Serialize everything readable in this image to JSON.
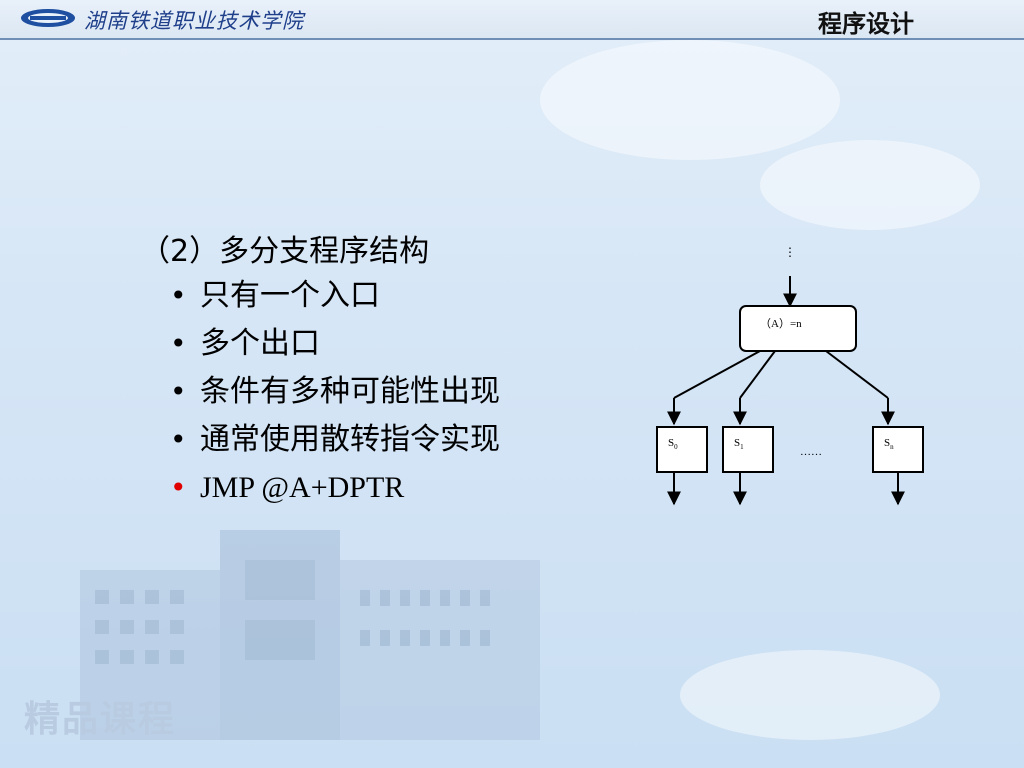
{
  "header": {
    "school_name": "湖南铁道职业技术学院",
    "course_title": "程序设计"
  },
  "background": {
    "badge": "精品课程"
  },
  "content": {
    "heading": "（2）多分支程序结构",
    "bullets": [
      {
        "text": "只有一个入口",
        "highlight": false
      },
      {
        "text": "多个出口",
        "highlight": false
      },
      {
        "text": "条件有多种可能性出现",
        "highlight": false
      },
      {
        "text": "通常使用散转指令实现",
        "highlight": false
      },
      {
        "text": "JMP  @A+DPTR",
        "highlight": true
      }
    ]
  },
  "diagram": {
    "entry_dots": "⋮",
    "decision_label": "（A）=n",
    "branches": [
      {
        "label": "S",
        "subscript": "0"
      },
      {
        "label": "S",
        "subscript": "1"
      },
      {
        "label": "S",
        "subscript": "n"
      }
    ],
    "ellipsis": "……"
  },
  "colors": {
    "highlight_bullet": "#e00000",
    "header_line": "#6f8fb7"
  }
}
